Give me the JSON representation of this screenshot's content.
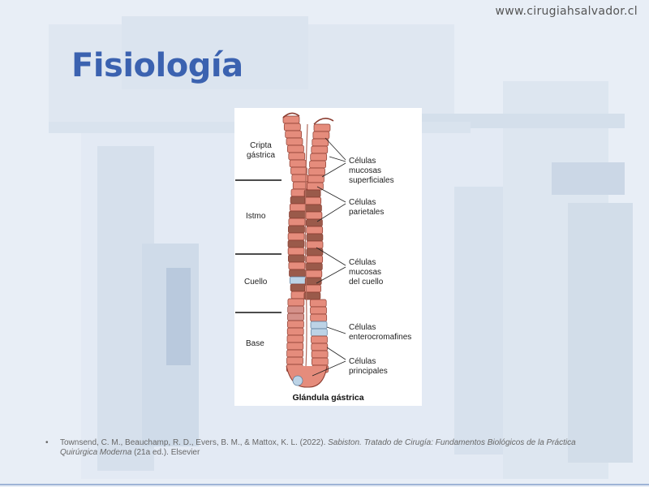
{
  "site_url": "www.cirugiahsalvador.cl",
  "title": "Fisiología",
  "figure": {
    "zones": [
      "Cripta gástrica",
      "Istmo",
      "Cuello",
      "Base"
    ],
    "zone_cripta_line1": "Cripta",
    "zone_cripta_line2": "gástrica",
    "cell_labels": {
      "superficiales": [
        "Células",
        "mucosas",
        "superficiales"
      ],
      "parietales": [
        "Células",
        "parietales"
      ],
      "cuello": [
        "Células",
        "mucosas",
        "del cuello"
      ],
      "entero": [
        "Células",
        "enterocromafines"
      ],
      "principales": [
        "Células",
        "principales"
      ]
    },
    "caption": "Glándula gástrica"
  },
  "reference": {
    "bullet": "•",
    "authors": "Townsend, C. M., Beauchamp, R. D., Evers, B. M., & Mattox, K. L. (2022).",
    "book_title": "Sabiston. Tratado de Cirugía: Fundamentos Biológicos de la Práctica Quirúrgica Moderna",
    "edition": "(21a ed.). Elsevier"
  }
}
